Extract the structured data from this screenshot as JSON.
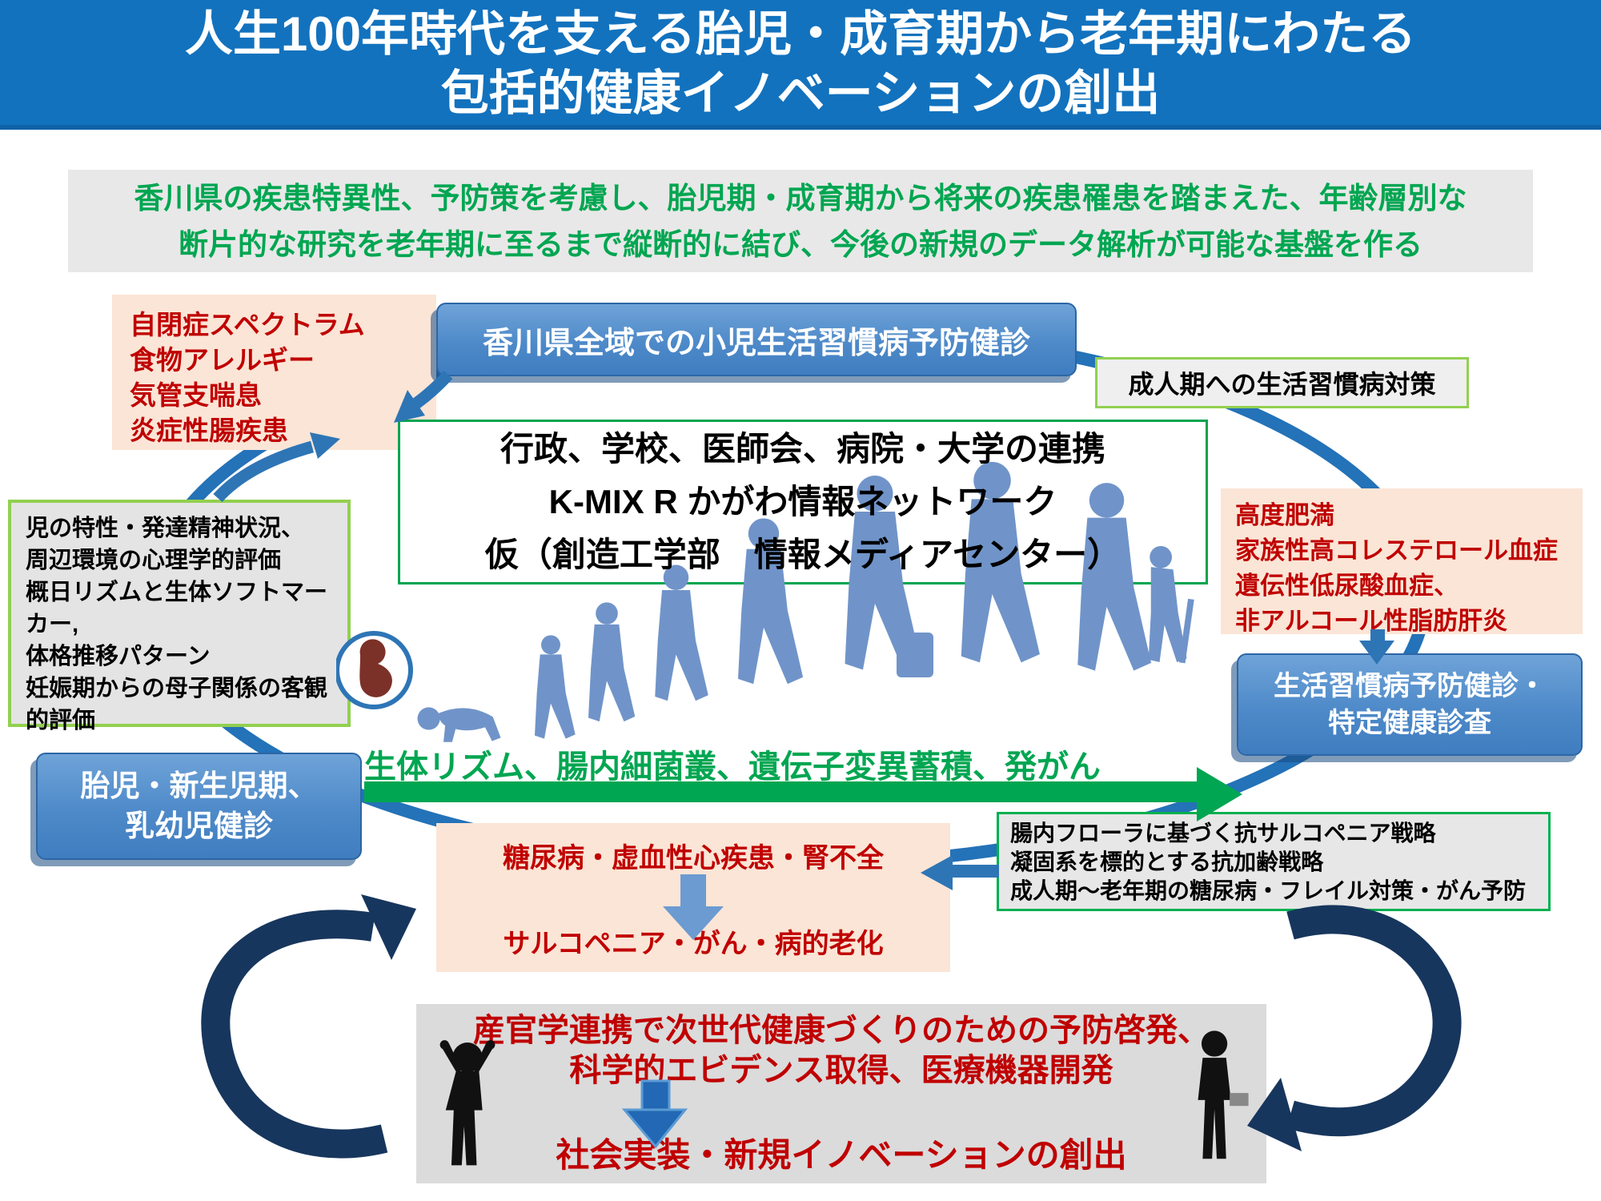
{
  "header": {
    "title_line1": "人生100年時代を支える胎児・成育期から老年期にわたる",
    "title_line2": "包括的健康イノベーションの創出"
  },
  "goal": {
    "line1": "香川県の疾患特異性、予防策を考慮し、胎児期・成育期から将来の疾患罹患を踏まえた、年齢層別な",
    "line2": "断片的な研究を老年期に至るまで縦断的に結び、今後の新規のデータ解析が可能な基盤を作る"
  },
  "cycle": {
    "pediatric_diseases": {
      "lines": [
        "自閉症スペクトラム",
        "食物アレルギー",
        "気管支喘息",
        "炎症性腸疾患"
      ]
    },
    "pediatric_checkup": {
      "label": "香川県全域での小児生活習慣病予防健診"
    },
    "adult_measures": {
      "label": "成人期への生活習慣病対策"
    },
    "network": {
      "lines": [
        "行政、学校、医師会、病院・大学の連携",
        "K-MIX R かがわ情報ネットワーク",
        "仮（創造工学部　情報メディアセンター）"
      ]
    },
    "child_assessment": {
      "lines": [
        "児の特性・発達精神状況、",
        "周辺環境の心理学的評価",
        "概日リズムと生体ソフトマーカー,",
        "体格推移パターン",
        "妊娠期からの母子関係の客観的評価"
      ]
    },
    "adult_diseases": {
      "lines": [
        "高度肥満",
        "家族性高コレステロール血症",
        "遺伝性低尿酸血症、",
        "非アルコール性脂肪肝炎"
      ]
    },
    "lifestyle_checkup": {
      "line1": "生活習慣病予防健診・",
      "line2": "特定健康診査"
    },
    "fetal_checkup": {
      "line1": "胎児・新生児期、",
      "line2": "乳幼児健診"
    },
    "axis_label": "生体リズム、腸内細菌叢、遺伝子変異蓄積、発がん",
    "progression": {
      "from": "糖尿病・虚血性心疾患・腎不全",
      "to": "サルコペニア・がん・病的老化"
    },
    "strategies": {
      "lines": [
        "腸内フローラに基づく抗サルコペニア戦略",
        "凝固系を標的とする抗加齢戦略",
        "成人期～老年期の糖尿病・フレイル対策・がん予防"
      ]
    }
  },
  "bottom": {
    "line1": "産官学連携で次世代健康づくりのための予防啓発、",
    "line2": "科学的エビデンス取得、医療機器開発",
    "outcome": "社会実装・新規イノベーションの創出"
  },
  "icons": {
    "fetus": "fetus-icon",
    "life_stages": "life-stages-silhouettes-icon",
    "cheering_child": "child-silhouette-icon",
    "businessman": "businessman-silhouette-icon",
    "cycle_arrows": "cycle-arrow-icon"
  },
  "colors": {
    "title_bar": "#1272BE",
    "blue_box": "#4E8AC9",
    "pink_box": "#FBE5D6",
    "red_text": "#C00000",
    "green_text": "#00A651",
    "green_border": "#92D050",
    "gray_box": "#E4E4E4",
    "navy_arrow": "#17365D",
    "blue_arrow": "#2E75B6",
    "silhouette_blue": "#7094C9"
  }
}
